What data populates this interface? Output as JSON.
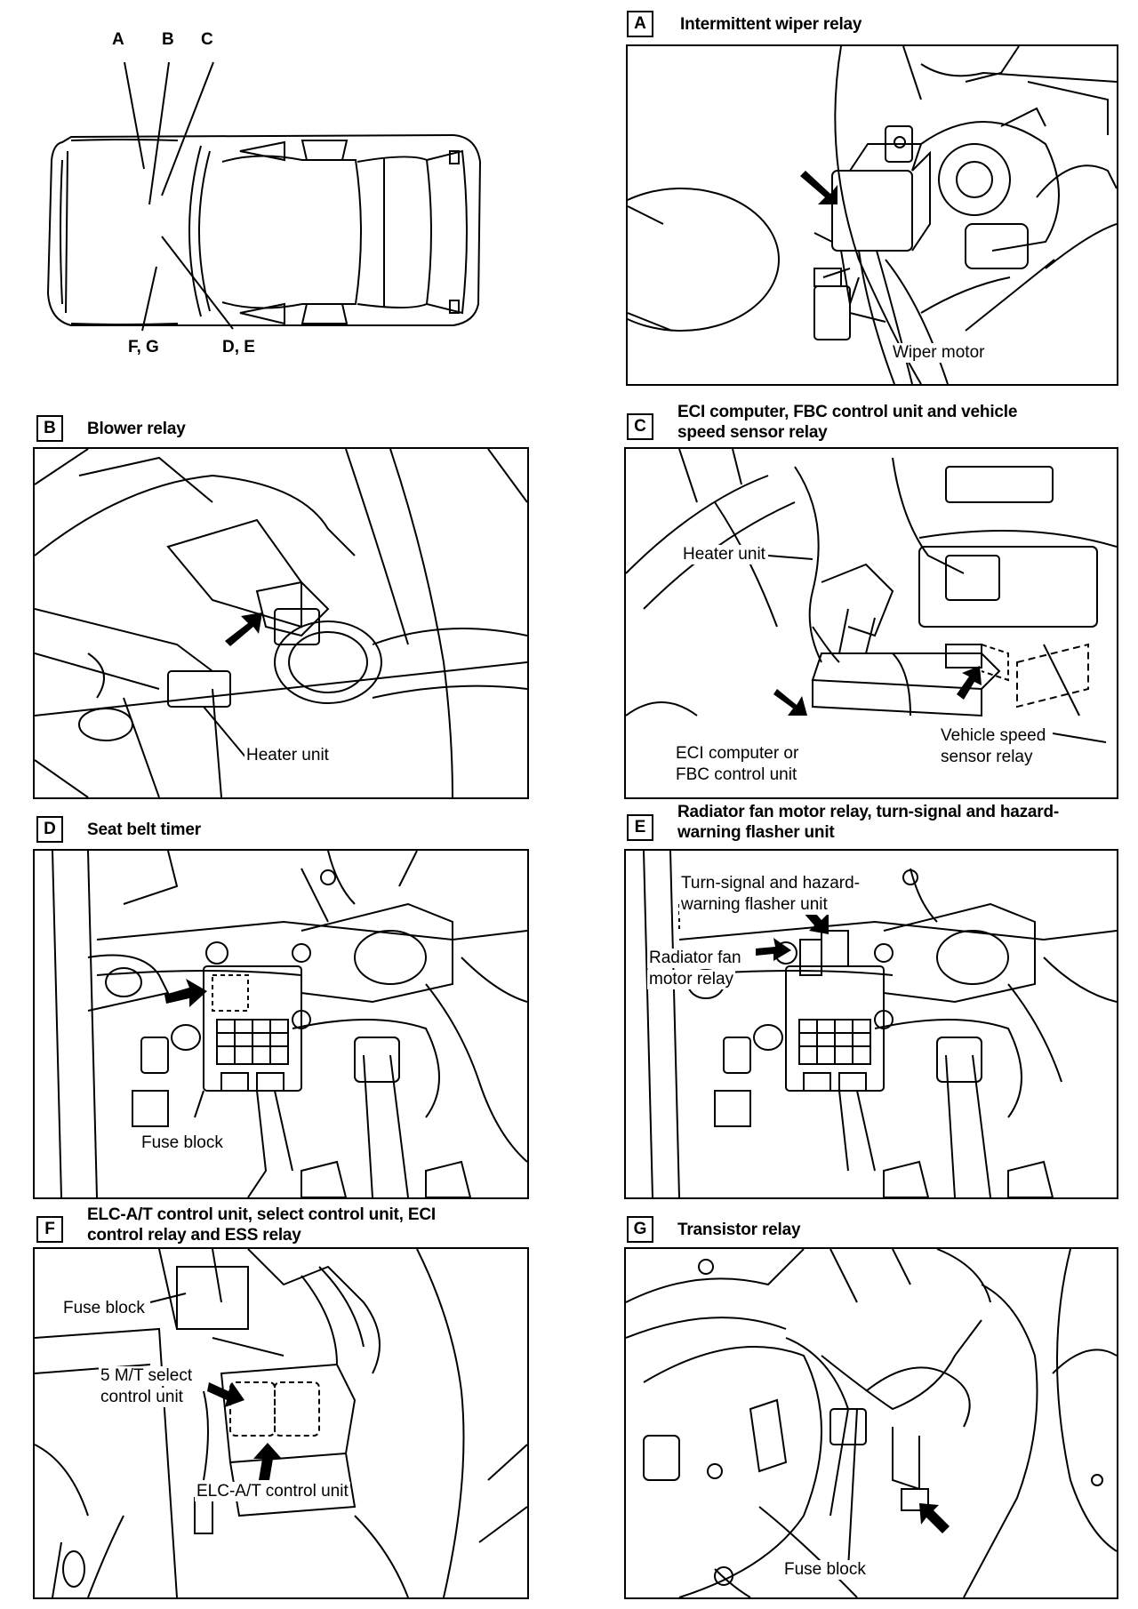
{
  "overview": {
    "top_labels": [
      "A",
      "B",
      "C"
    ],
    "bottom_labels": [
      "F, G",
      "D, E"
    ]
  },
  "panels": {
    "A": {
      "letter": "A",
      "title": "Intermittent wiper relay",
      "labels": [
        "Wiper motor"
      ]
    },
    "B": {
      "letter": "B",
      "title": "Blower relay",
      "labels": [
        "Heater unit"
      ]
    },
    "C": {
      "letter": "C",
      "title_lines": [
        "ECI computer, FBC control unit and vehicle",
        "speed sensor relay"
      ],
      "labels": [
        "Heater unit",
        "ECI computer or",
        "FBC control unit",
        "Vehicle speed",
        "sensor relay"
      ]
    },
    "D": {
      "letter": "D",
      "title": "Seat belt timer",
      "labels": [
        "Fuse block"
      ]
    },
    "E": {
      "letter": "E",
      "title_lines": [
        "Radiator fan motor relay, turn-signal and hazard-",
        "warning flasher unit"
      ],
      "labels": [
        "Turn-signal and hazard-",
        "warning flasher unit",
        "Radiator fan",
        "motor relay"
      ]
    },
    "F": {
      "letter": "F",
      "title_lines": [
        "ELC-A/T control unit, select control unit, ECI",
        "control relay and ESS relay"
      ],
      "labels": [
        "Fuse block",
        "5 M/T select",
        "control unit",
        "ELC-A/T control unit"
      ]
    },
    "G": {
      "letter": "G",
      "title": "Transistor relay",
      "labels": [
        "Fuse block"
      ]
    }
  },
  "colors": {
    "ink": "#000000",
    "paper": "#ffffff"
  }
}
